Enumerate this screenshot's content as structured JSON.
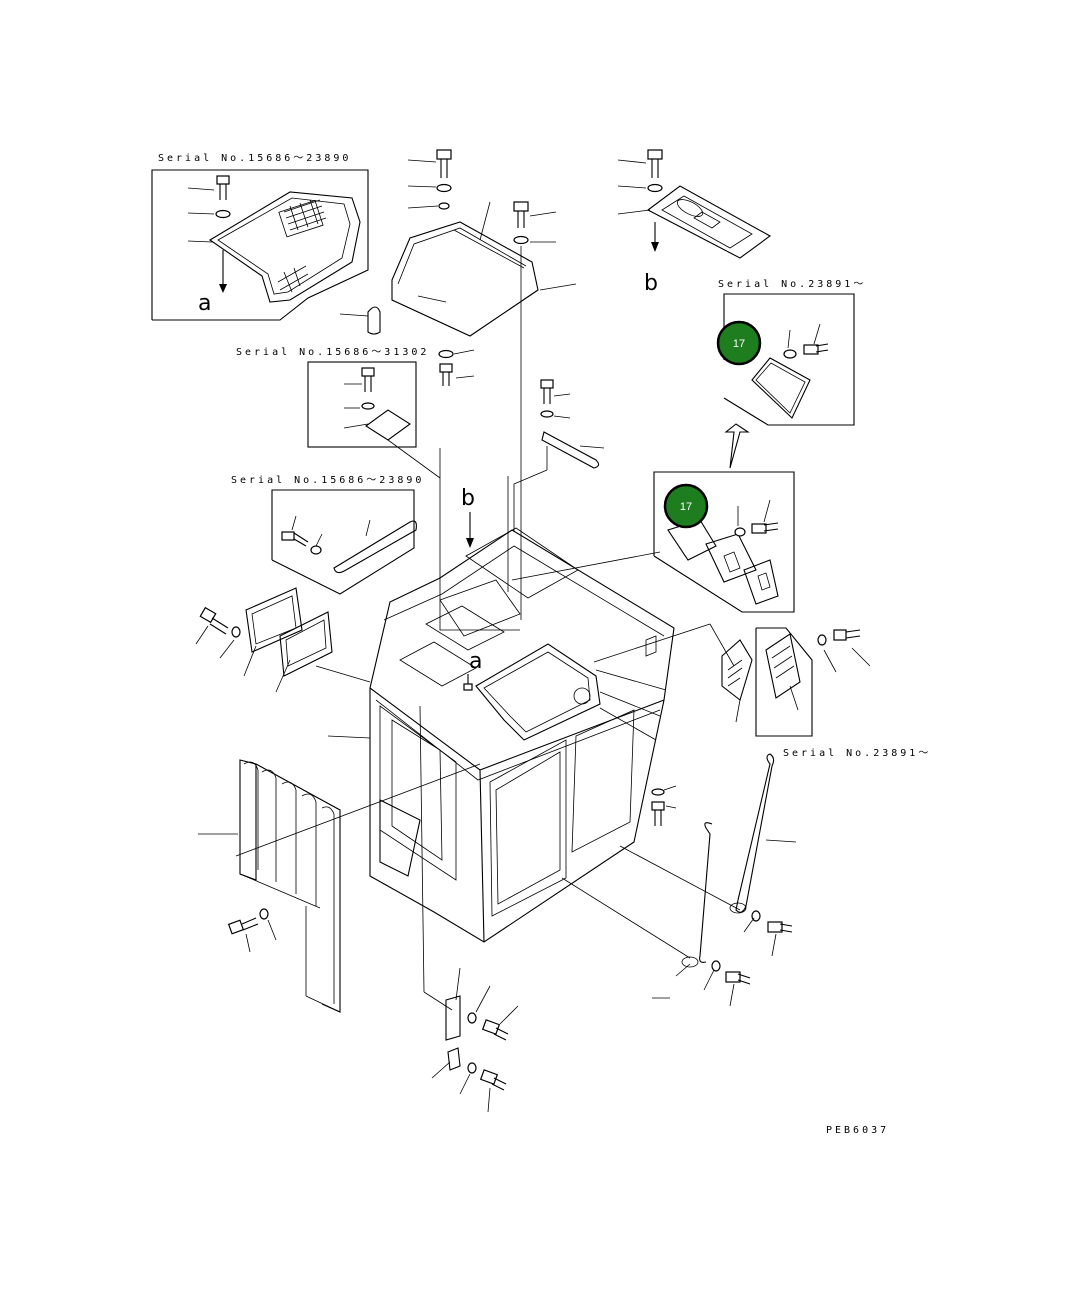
{
  "serial_labels": {
    "top_left": "Serial No.15686～23890",
    "plate_box": "Serial No.15686～31302",
    "rod_box": "Serial No.15686～23890",
    "top_right": "Serial No.23891～",
    "right_mid": "Serial No.23891～"
  },
  "view_markers": {
    "a_top": "a",
    "b_top": "b",
    "b_cab": "b",
    "a_cab": "a"
  },
  "callouts": [
    {
      "id": "callout-top",
      "text": "17",
      "color": "#1e7d1e"
    },
    {
      "id": "callout-bottom",
      "text": "17",
      "color": "#1e7d1e"
    }
  ],
  "figure_code": "PEB6037"
}
